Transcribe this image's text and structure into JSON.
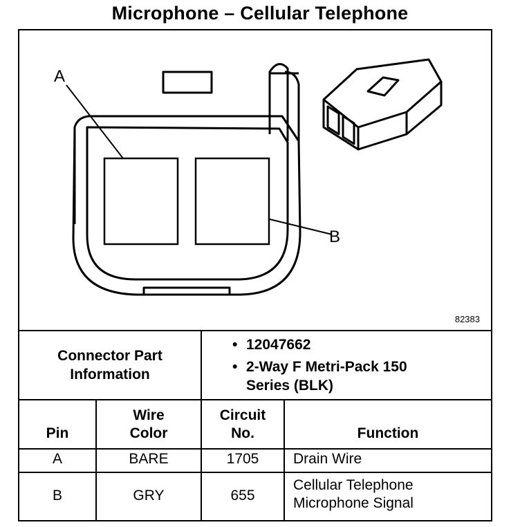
{
  "title": "Microphone – Cellular Telephone",
  "diagram": {
    "callouts": {
      "a": "A",
      "b": "B"
    },
    "figure_number": "82383"
  },
  "connector_info": {
    "label": "Connector Part Information",
    "items": [
      "12047662",
      "2-Way F Metri-Pack 150 Series (BLK)"
    ]
  },
  "table": {
    "headers": {
      "pin": "Pin",
      "wire_color": "Wire Color",
      "circuit_no": "Circuit No.",
      "function": "Function"
    },
    "rows": [
      {
        "pin": "A",
        "wire_color": "BARE",
        "circuit_no": "1705",
        "function": "Drain Wire"
      },
      {
        "pin": "B",
        "wire_color": "GRY",
        "circuit_no": "655",
        "function": "Cellular Telephone Microphone Signal"
      }
    ]
  }
}
